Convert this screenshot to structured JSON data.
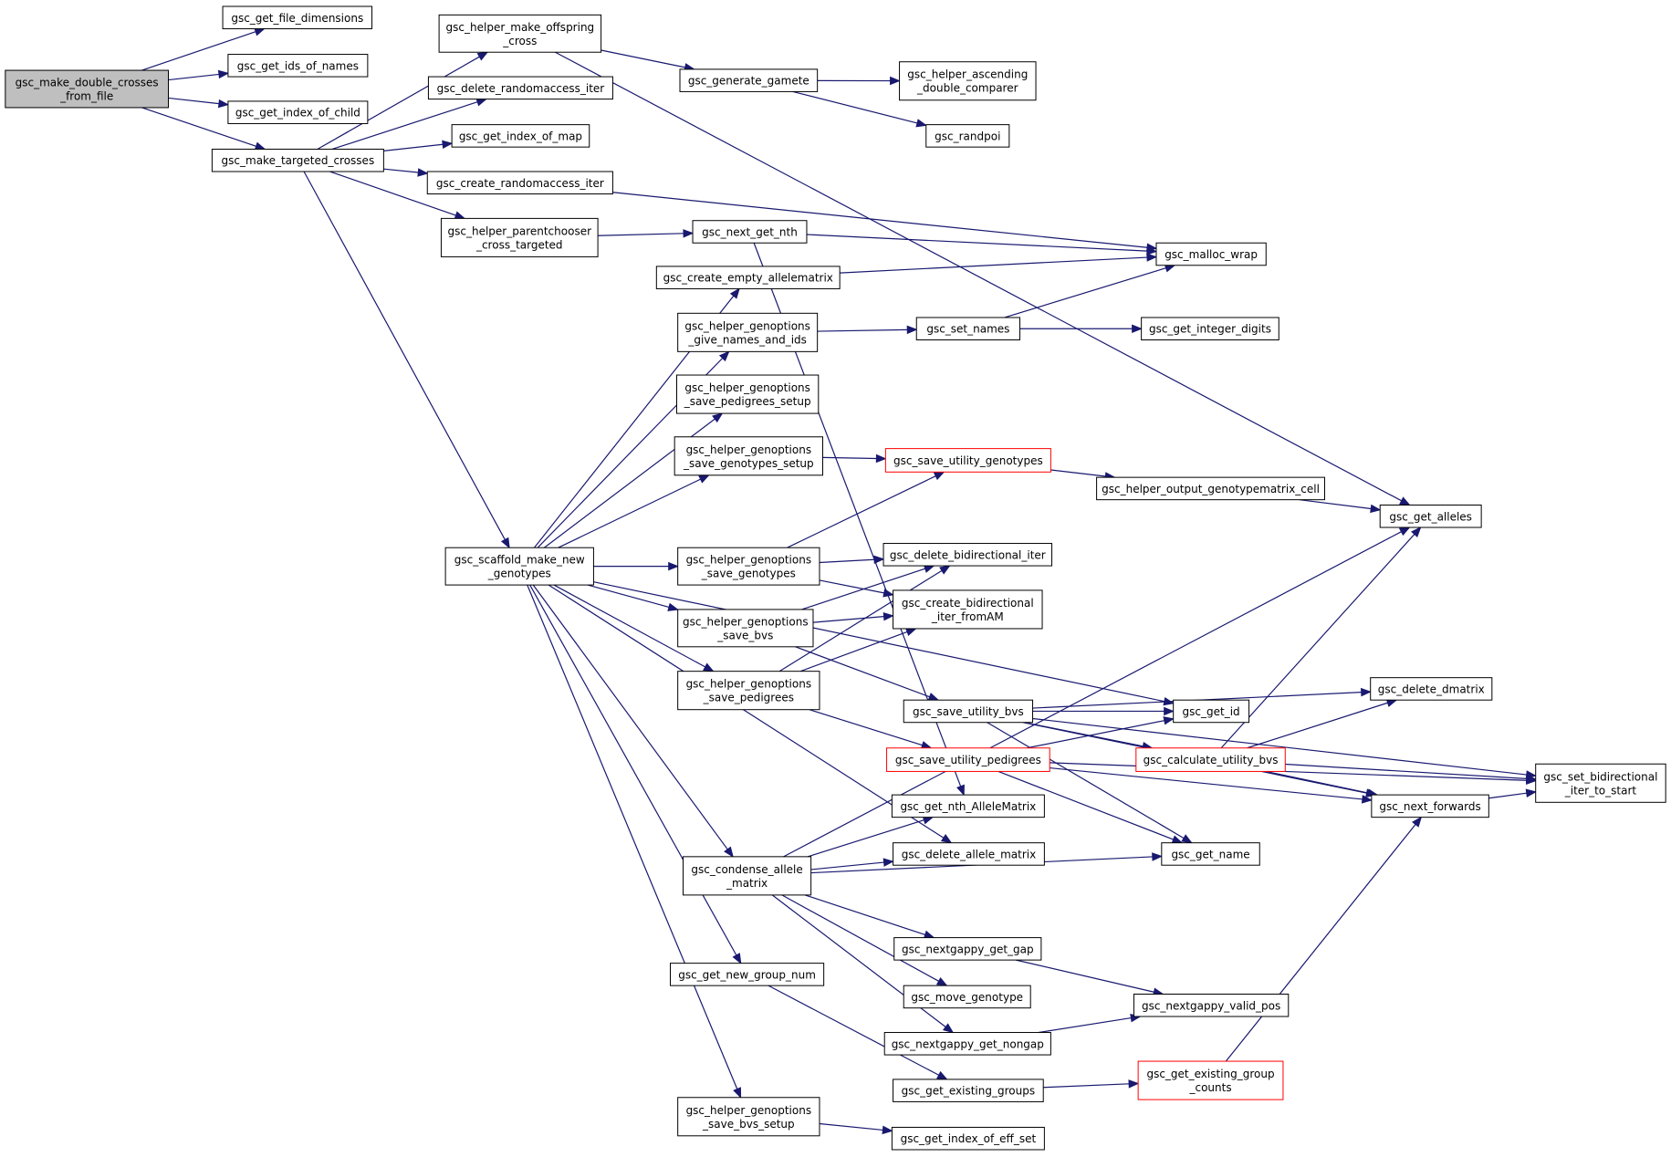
{
  "colors": {
    "edge": "#191970",
    "root_fill": "#bfbfbf",
    "truncated_border": "#ff0000"
  },
  "nodes": [
    {
      "id": "make_double",
      "lines": [
        "gsc_make_double_crosses",
        "_from_file"
      ],
      "style": "root"
    },
    {
      "id": "file_dim",
      "lines": [
        "gsc_get_file_dimensions"
      ]
    },
    {
      "id": "ids_names",
      "lines": [
        "gsc_get_ids_of_names"
      ]
    },
    {
      "id": "idx_child",
      "lines": [
        "gsc_get_index_of_child"
      ]
    },
    {
      "id": "targeted",
      "lines": [
        "gsc_make_targeted_crosses"
      ]
    },
    {
      "id": "offspring",
      "lines": [
        "gsc_helper_make_offspring",
        "_cross"
      ]
    },
    {
      "id": "del_rand",
      "lines": [
        "gsc_delete_randomaccess_iter"
      ]
    },
    {
      "id": "idx_map",
      "lines": [
        "gsc_get_index_of_map"
      ]
    },
    {
      "id": "create_rand",
      "lines": [
        "gsc_create_randomaccess_iter"
      ]
    },
    {
      "id": "parentchooser",
      "lines": [
        "gsc_helper_parentchooser",
        "_cross_targeted"
      ]
    },
    {
      "id": "scaffold",
      "lines": [
        "gsc_scaffold_make_new",
        "_genotypes"
      ]
    },
    {
      "id": "gamete",
      "lines": [
        "gsc_generate_gamete"
      ]
    },
    {
      "id": "asc_cmp",
      "lines": [
        "gsc_helper_ascending",
        "_double_comparer"
      ]
    },
    {
      "id": "randpoi",
      "lines": [
        "gsc_randpoi"
      ]
    },
    {
      "id": "next_nth",
      "lines": [
        "gsc_next_get_nth"
      ]
    },
    {
      "id": "malloc",
      "lines": [
        "gsc_malloc_wrap"
      ]
    },
    {
      "id": "empty_am",
      "lines": [
        "gsc_create_empty_allelematrix"
      ]
    },
    {
      "id": "give_names",
      "lines": [
        "gsc_helper_genoptions",
        "_give_names_and_ids"
      ]
    },
    {
      "id": "set_names",
      "lines": [
        "gsc_set_names"
      ]
    },
    {
      "id": "int_digits",
      "lines": [
        "gsc_get_integer_digits"
      ]
    },
    {
      "id": "ped_setup",
      "lines": [
        "gsc_helper_genoptions",
        "_save_pedigrees_setup"
      ]
    },
    {
      "id": "geno_setup",
      "lines": [
        "gsc_helper_genoptions",
        "_save_genotypes_setup"
      ]
    },
    {
      "id": "save_util_geno",
      "lines": [
        "gsc_save_utility_genotypes"
      ],
      "style": "red"
    },
    {
      "id": "out_cell",
      "lines": [
        "gsc_helper_output_genotypematrix_cell"
      ]
    },
    {
      "id": "alleles",
      "lines": [
        "gsc_get_alleles"
      ]
    },
    {
      "id": "save_geno",
      "lines": [
        "gsc_helper_genoptions",
        "_save_genotypes"
      ]
    },
    {
      "id": "del_bidir",
      "lines": [
        "gsc_delete_bidirectional_iter"
      ]
    },
    {
      "id": "save_bvs",
      "lines": [
        "gsc_helper_genoptions",
        "_save_bvs"
      ]
    },
    {
      "id": "create_bidir",
      "lines": [
        "gsc_create_bidirectional",
        "_iter_fromAM"
      ]
    },
    {
      "id": "save_ped",
      "lines": [
        "gsc_helper_genoptions",
        "_save_pedigrees"
      ]
    },
    {
      "id": "save_util_bvs",
      "lines": [
        "gsc_save_utility_bvs"
      ]
    },
    {
      "id": "get_id",
      "lines": [
        "gsc_get_id"
      ]
    },
    {
      "id": "del_dmatrix",
      "lines": [
        "gsc_delete_dmatrix"
      ]
    },
    {
      "id": "save_util_ped",
      "lines": [
        "gsc_save_utility_pedigrees"
      ],
      "style": "red"
    },
    {
      "id": "calc_util",
      "lines": [
        "gsc_calculate_utility_bvs"
      ],
      "style": "red"
    },
    {
      "id": "set_bidir",
      "lines": [
        "gsc_set_bidirectional",
        "_iter_to_start"
      ]
    },
    {
      "id": "nth_am",
      "lines": [
        "gsc_get_nth_AlleleMatrix"
      ]
    },
    {
      "id": "next_fwd",
      "lines": [
        "gsc_next_forwards"
      ]
    },
    {
      "id": "condense",
      "lines": [
        "gsc_condense_allele",
        "_matrix"
      ]
    },
    {
      "id": "del_am",
      "lines": [
        "gsc_delete_allele_matrix"
      ]
    },
    {
      "id": "get_name",
      "lines": [
        "gsc_get_name"
      ]
    },
    {
      "id": "gap",
      "lines": [
        "gsc_nextgappy_get_gap"
      ]
    },
    {
      "id": "new_group",
      "lines": [
        "gsc_get_new_group_num"
      ]
    },
    {
      "id": "move_geno",
      "lines": [
        "gsc_move_genotype"
      ]
    },
    {
      "id": "valid_pos",
      "lines": [
        "gsc_nextgappy_valid_pos"
      ]
    },
    {
      "id": "nongap",
      "lines": [
        "gsc_nextgappy_get_nongap"
      ]
    },
    {
      "id": "exist_groups",
      "lines": [
        "gsc_get_existing_groups"
      ]
    },
    {
      "id": "exist_counts",
      "lines": [
        "gsc_get_existing_group",
        "_counts"
      ],
      "style": "red"
    },
    {
      "id": "bvs_setup",
      "lines": [
        "gsc_helper_genoptions",
        "_save_bvs_setup"
      ]
    },
    {
      "id": "eff_set",
      "lines": [
        "gsc_get_index_of_eff_set"
      ]
    }
  ],
  "edges": [
    [
      "make_double",
      "file_dim"
    ],
    [
      "make_double",
      "ids_names"
    ],
    [
      "make_double",
      "idx_child"
    ],
    [
      "make_double",
      "targeted"
    ],
    [
      "targeted",
      "offspring"
    ],
    [
      "targeted",
      "del_rand"
    ],
    [
      "targeted",
      "idx_map"
    ],
    [
      "targeted",
      "create_rand"
    ],
    [
      "targeted",
      "parentchooser"
    ],
    [
      "targeted",
      "scaffold"
    ],
    [
      "offspring",
      "gamete"
    ],
    [
      "offspring",
      "alleles"
    ],
    [
      "gamete",
      "asc_cmp"
    ],
    [
      "gamete",
      "randpoi"
    ],
    [
      "create_rand",
      "malloc"
    ],
    [
      "parentchooser",
      "next_nth"
    ],
    [
      "next_nth",
      "malloc"
    ],
    [
      "next_nth",
      "nth_am"
    ],
    [
      "empty_am",
      "malloc"
    ],
    [
      "give_names",
      "set_names"
    ],
    [
      "set_names",
      "malloc"
    ],
    [
      "set_names",
      "int_digits"
    ],
    [
      "geno_setup",
      "save_util_geno"
    ],
    [
      "save_util_geno",
      "out_cell"
    ],
    [
      "out_cell",
      "alleles"
    ],
    [
      "scaffold",
      "empty_am"
    ],
    [
      "scaffold",
      "give_names"
    ],
    [
      "scaffold",
      "ped_setup"
    ],
    [
      "scaffold",
      "geno_setup"
    ],
    [
      "scaffold",
      "get_id"
    ],
    [
      "scaffold",
      "save_geno"
    ],
    [
      "scaffold",
      "save_bvs"
    ],
    [
      "scaffold",
      "save_ped"
    ],
    [
      "scaffold",
      "condense"
    ],
    [
      "scaffold",
      "del_am"
    ],
    [
      "scaffold",
      "new_group"
    ],
    [
      "scaffold",
      "bvs_setup"
    ],
    [
      "save_geno",
      "save_util_geno"
    ],
    [
      "save_geno",
      "del_bidir"
    ],
    [
      "save_geno",
      "create_bidir"
    ],
    [
      "save_bvs",
      "del_bidir"
    ],
    [
      "save_bvs",
      "create_bidir"
    ],
    [
      "save_bvs",
      "save_util_bvs"
    ],
    [
      "save_ped",
      "del_bidir"
    ],
    [
      "save_ped",
      "create_bidir"
    ],
    [
      "save_ped",
      "save_util_ped"
    ],
    [
      "save_util_bvs",
      "get_id"
    ],
    [
      "save_util_bvs",
      "calc_util"
    ],
    [
      "save_util_bvs",
      "get_name"
    ],
    [
      "save_util_bvs",
      "next_fwd"
    ],
    [
      "save_util_bvs",
      "del_dmatrix"
    ],
    [
      "save_util_bvs",
      "set_bidir"
    ],
    [
      "save_util_ped",
      "get_id"
    ],
    [
      "save_util_ped",
      "get_name"
    ],
    [
      "save_util_ped",
      "next_fwd"
    ],
    [
      "save_util_ped",
      "set_bidir"
    ],
    [
      "calc_util",
      "alleles"
    ],
    [
      "calc_util",
      "del_dmatrix"
    ],
    [
      "calc_util",
      "set_bidir"
    ],
    [
      "calc_util",
      "next_fwd"
    ],
    [
      "next_fwd",
      "set_bidir"
    ],
    [
      "condense",
      "alleles"
    ],
    [
      "condense",
      "nth_am"
    ],
    [
      "condense",
      "del_am"
    ],
    [
      "condense",
      "get_name"
    ],
    [
      "condense",
      "gap"
    ],
    [
      "condense",
      "move_geno"
    ],
    [
      "condense",
      "nongap"
    ],
    [
      "gap",
      "valid_pos"
    ],
    [
      "nongap",
      "valid_pos"
    ],
    [
      "new_group",
      "exist_groups"
    ],
    [
      "exist_groups",
      "exist_counts"
    ],
    [
      "exist_counts",
      "next_fwd"
    ],
    [
      "bvs_setup",
      "eff_set"
    ]
  ]
}
